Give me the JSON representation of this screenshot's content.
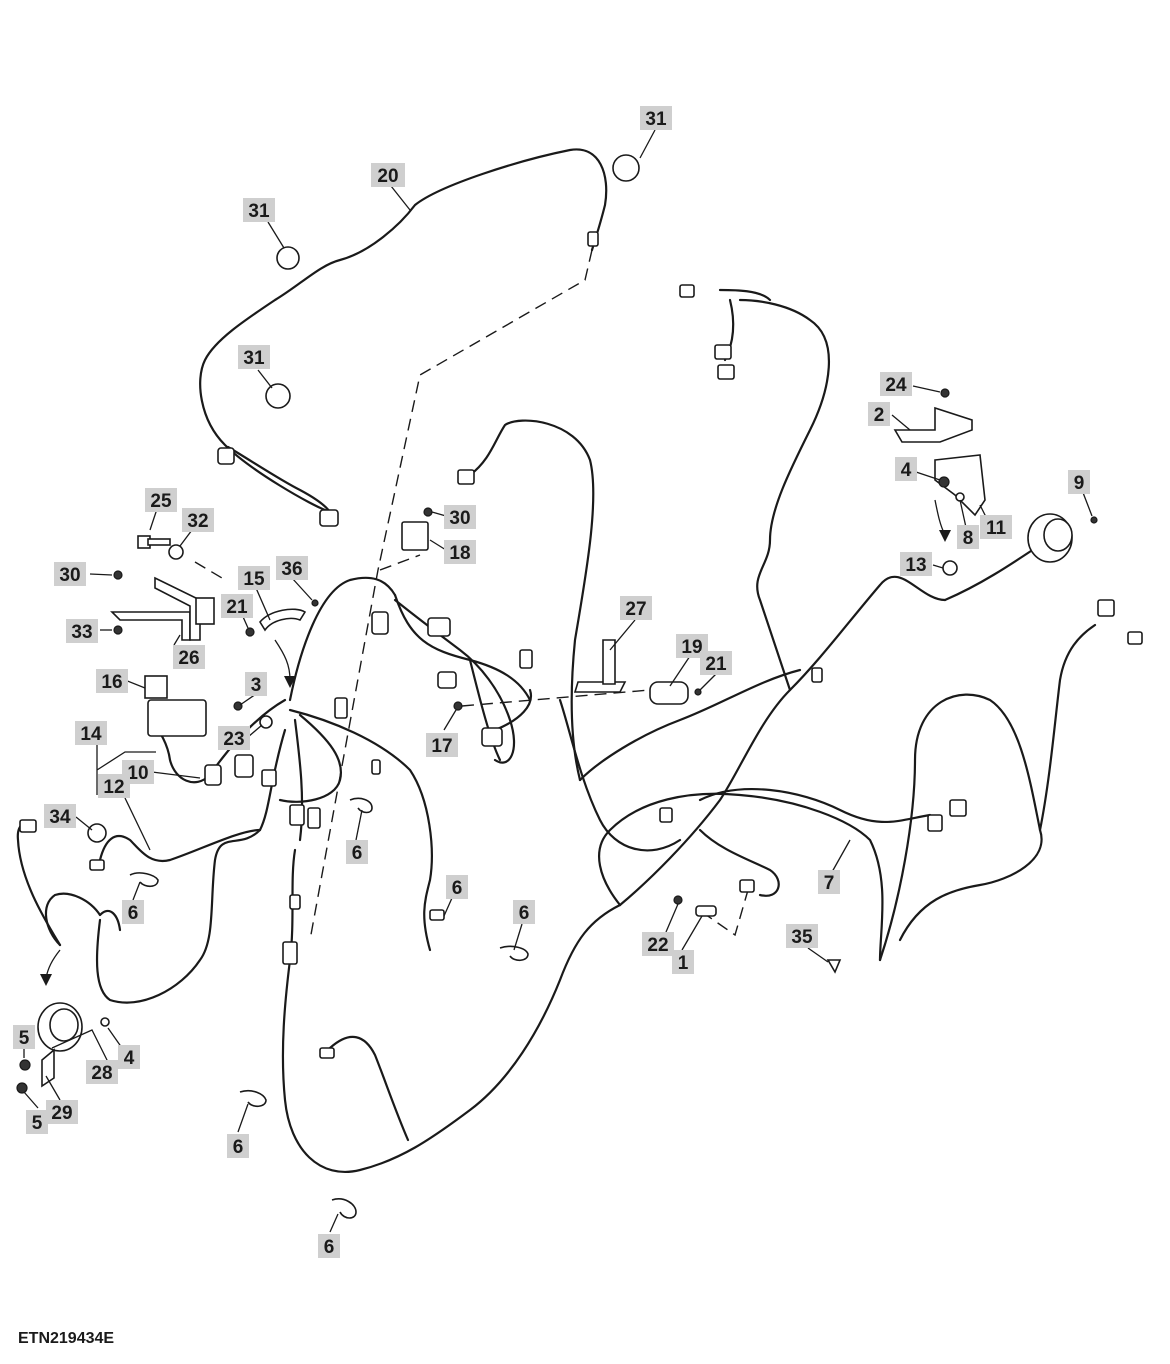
{
  "figure_id": "ETN219434E",
  "callouts": [
    "31",
    "20",
    "31",
    "31",
    "24",
    "2",
    "4",
    "9",
    "8",
    "11",
    "13",
    "25",
    "32",
    "30",
    "18",
    "30",
    "33",
    "26",
    "15",
    "36",
    "21",
    "27",
    "19",
    "21",
    "16",
    "3",
    "23",
    "17",
    "14",
    "10",
    "12",
    "34",
    "6",
    "6",
    "6",
    "6",
    "7",
    "22",
    "1",
    "35",
    "5",
    "28",
    "4",
    "5",
    "29",
    "6",
    "6"
  ]
}
